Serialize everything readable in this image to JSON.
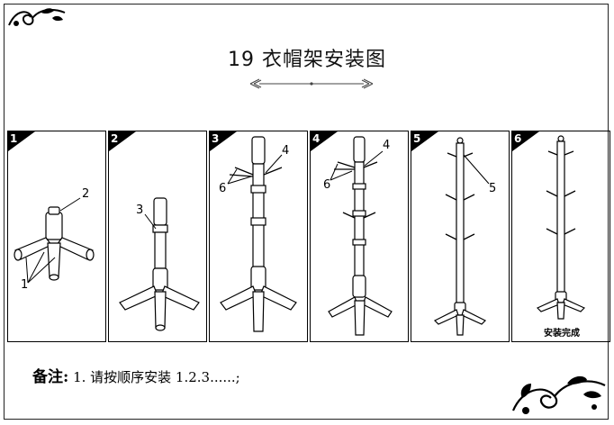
{
  "title": "19 衣帽架安装图",
  "steps": [
    {
      "number": "1",
      "callouts": [
        "2",
        "1"
      ]
    },
    {
      "number": "2",
      "callouts": [
        "3"
      ]
    },
    {
      "number": "3",
      "callouts": [
        "4",
        "6"
      ]
    },
    {
      "number": "4",
      "callouts": [
        "4",
        "6"
      ]
    },
    {
      "number": "5",
      "callouts": [
        "5"
      ]
    },
    {
      "number": "6",
      "callouts": [],
      "caption": "安装完成"
    }
  ],
  "note": {
    "label": "备注:",
    "text": "1. 请按顺序安装 1.2.3......;"
  },
  "colors": {
    "ink": "#000000",
    "border": "#222222"
  }
}
